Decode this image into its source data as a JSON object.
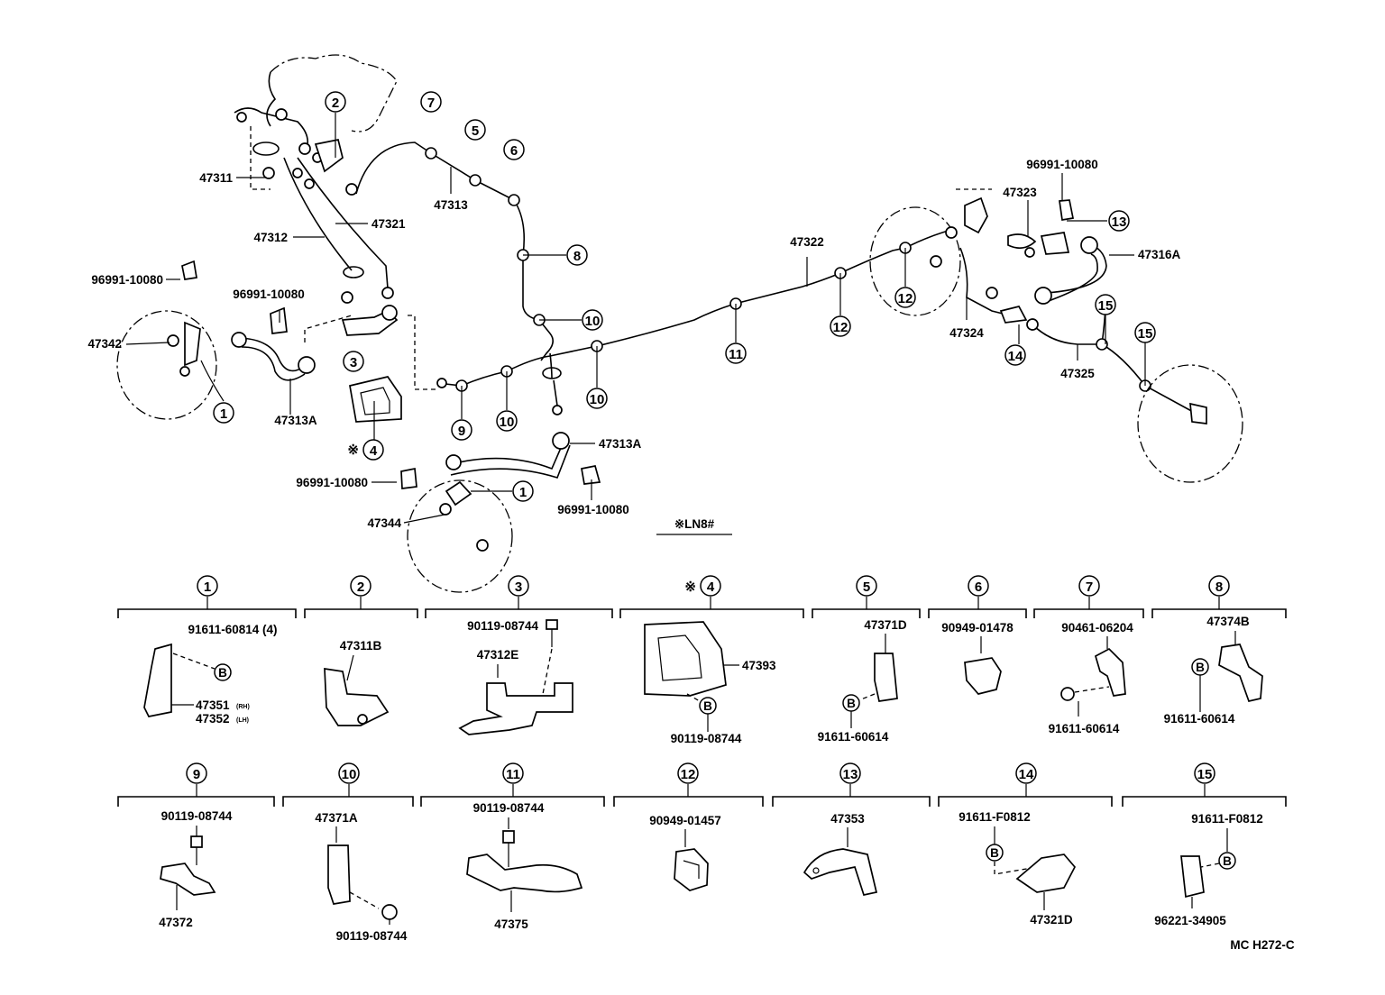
{
  "labels": {
    "top_left": [
      "47311",
      "47312",
      "47321",
      "96991-10080",
      "96991-10080",
      "47342",
      "47313A",
      "47313"
    ],
    "center": [
      "47322",
      "47313A",
      "96991-10080",
      "96991-10080",
      "47344",
      "※LN8#"
    ],
    "right": [
      "96991-10080",
      "47323",
      "47316A",
      "47324",
      "47325"
    ]
  },
  "ref_marks": [
    "1",
    "2",
    "3",
    "4",
    "5",
    "6",
    "7",
    "8",
    "9",
    "10",
    "11",
    "12",
    "13",
    "14",
    "15"
  ],
  "star": "※",
  "boxes_row1": [
    {
      "ref": "1",
      "parts": [
        "91611-60814 (4)",
        "47351",
        "47352"
      ],
      "subs": [
        "(RH)",
        "(LH)"
      ]
    },
    {
      "ref": "2",
      "parts": [
        "47311B"
      ]
    },
    {
      "ref": "3",
      "parts": [
        "90119-08744",
        "47312E"
      ]
    },
    {
      "ref": "4",
      "parts": [
        "47393",
        "90119-08744"
      ]
    },
    {
      "ref": "5",
      "parts": [
        "47371D",
        "91611-60614"
      ]
    },
    {
      "ref": "6",
      "parts": [
        "90949-01478"
      ]
    },
    {
      "ref": "7",
      "parts": [
        "90461-06204",
        "91611-60614"
      ]
    },
    {
      "ref": "8",
      "parts": [
        "47374B",
        "91611-60614"
      ]
    }
  ],
  "boxes_row2": [
    {
      "ref": "9",
      "parts": [
        "90119-08744",
        "47372"
      ]
    },
    {
      "ref": "10",
      "parts": [
        "47371A",
        "90119-08744"
      ]
    },
    {
      "ref": "11",
      "parts": [
        "90119-08744",
        "47375"
      ]
    },
    {
      "ref": "12",
      "parts": [
        "90949-01457"
      ]
    },
    {
      "ref": "13",
      "parts": [
        "47353"
      ]
    },
    {
      "ref": "14",
      "parts": [
        "91611-F0812",
        "47321D"
      ]
    },
    {
      "ref": "15",
      "parts": [
        "91611-F0812",
        "96221-34905"
      ]
    }
  ],
  "bolt_marker": "B",
  "drawing_code": "MC H272-C"
}
